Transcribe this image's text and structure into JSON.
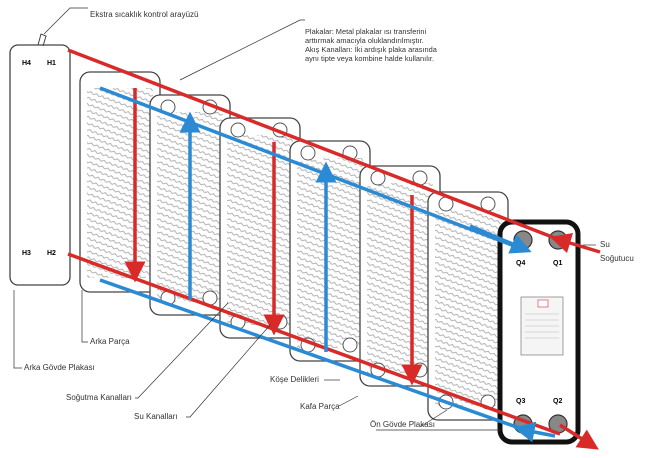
{
  "labels": {
    "extra_interface": "Ekstra sıcaklık kontrol arayüzü",
    "plates_line1": "Plakalar: Metal plakalar ısı transferini",
    "plates_line2": "arttırmak amacıyla oluklandırılmıştır.",
    "plates_line3": "Akış Kanalları: İki ardışık plaka arasında",
    "plates_line4": "aynı tipte veya kombine halde kullanılır.",
    "back_part": "Arka Parça",
    "back_body_plate": "Arka Gövde Plakası",
    "cooling_channels": "Soğutma Kanalları",
    "water_channels": "Su Kanalları",
    "corner_holes": "Köşe Delikleri",
    "head_part": "Kafa Parça",
    "front_body_plate": "Ön Gövde Plakası",
    "water": "Su",
    "coolant": "Soğutucu"
  },
  "ports": {
    "h1": "H1",
    "h2": "H2",
    "h3": "H3",
    "h4": "H4",
    "q1": "Q1",
    "q2": "Q2",
    "q3": "Q3",
    "q4": "Q4"
  },
  "colors": {
    "hot_flow": "#d92a2a",
    "cold_flow": "#2a8ad4",
    "frame": "#222222",
    "plate_line": "#9a9a9a"
  }
}
